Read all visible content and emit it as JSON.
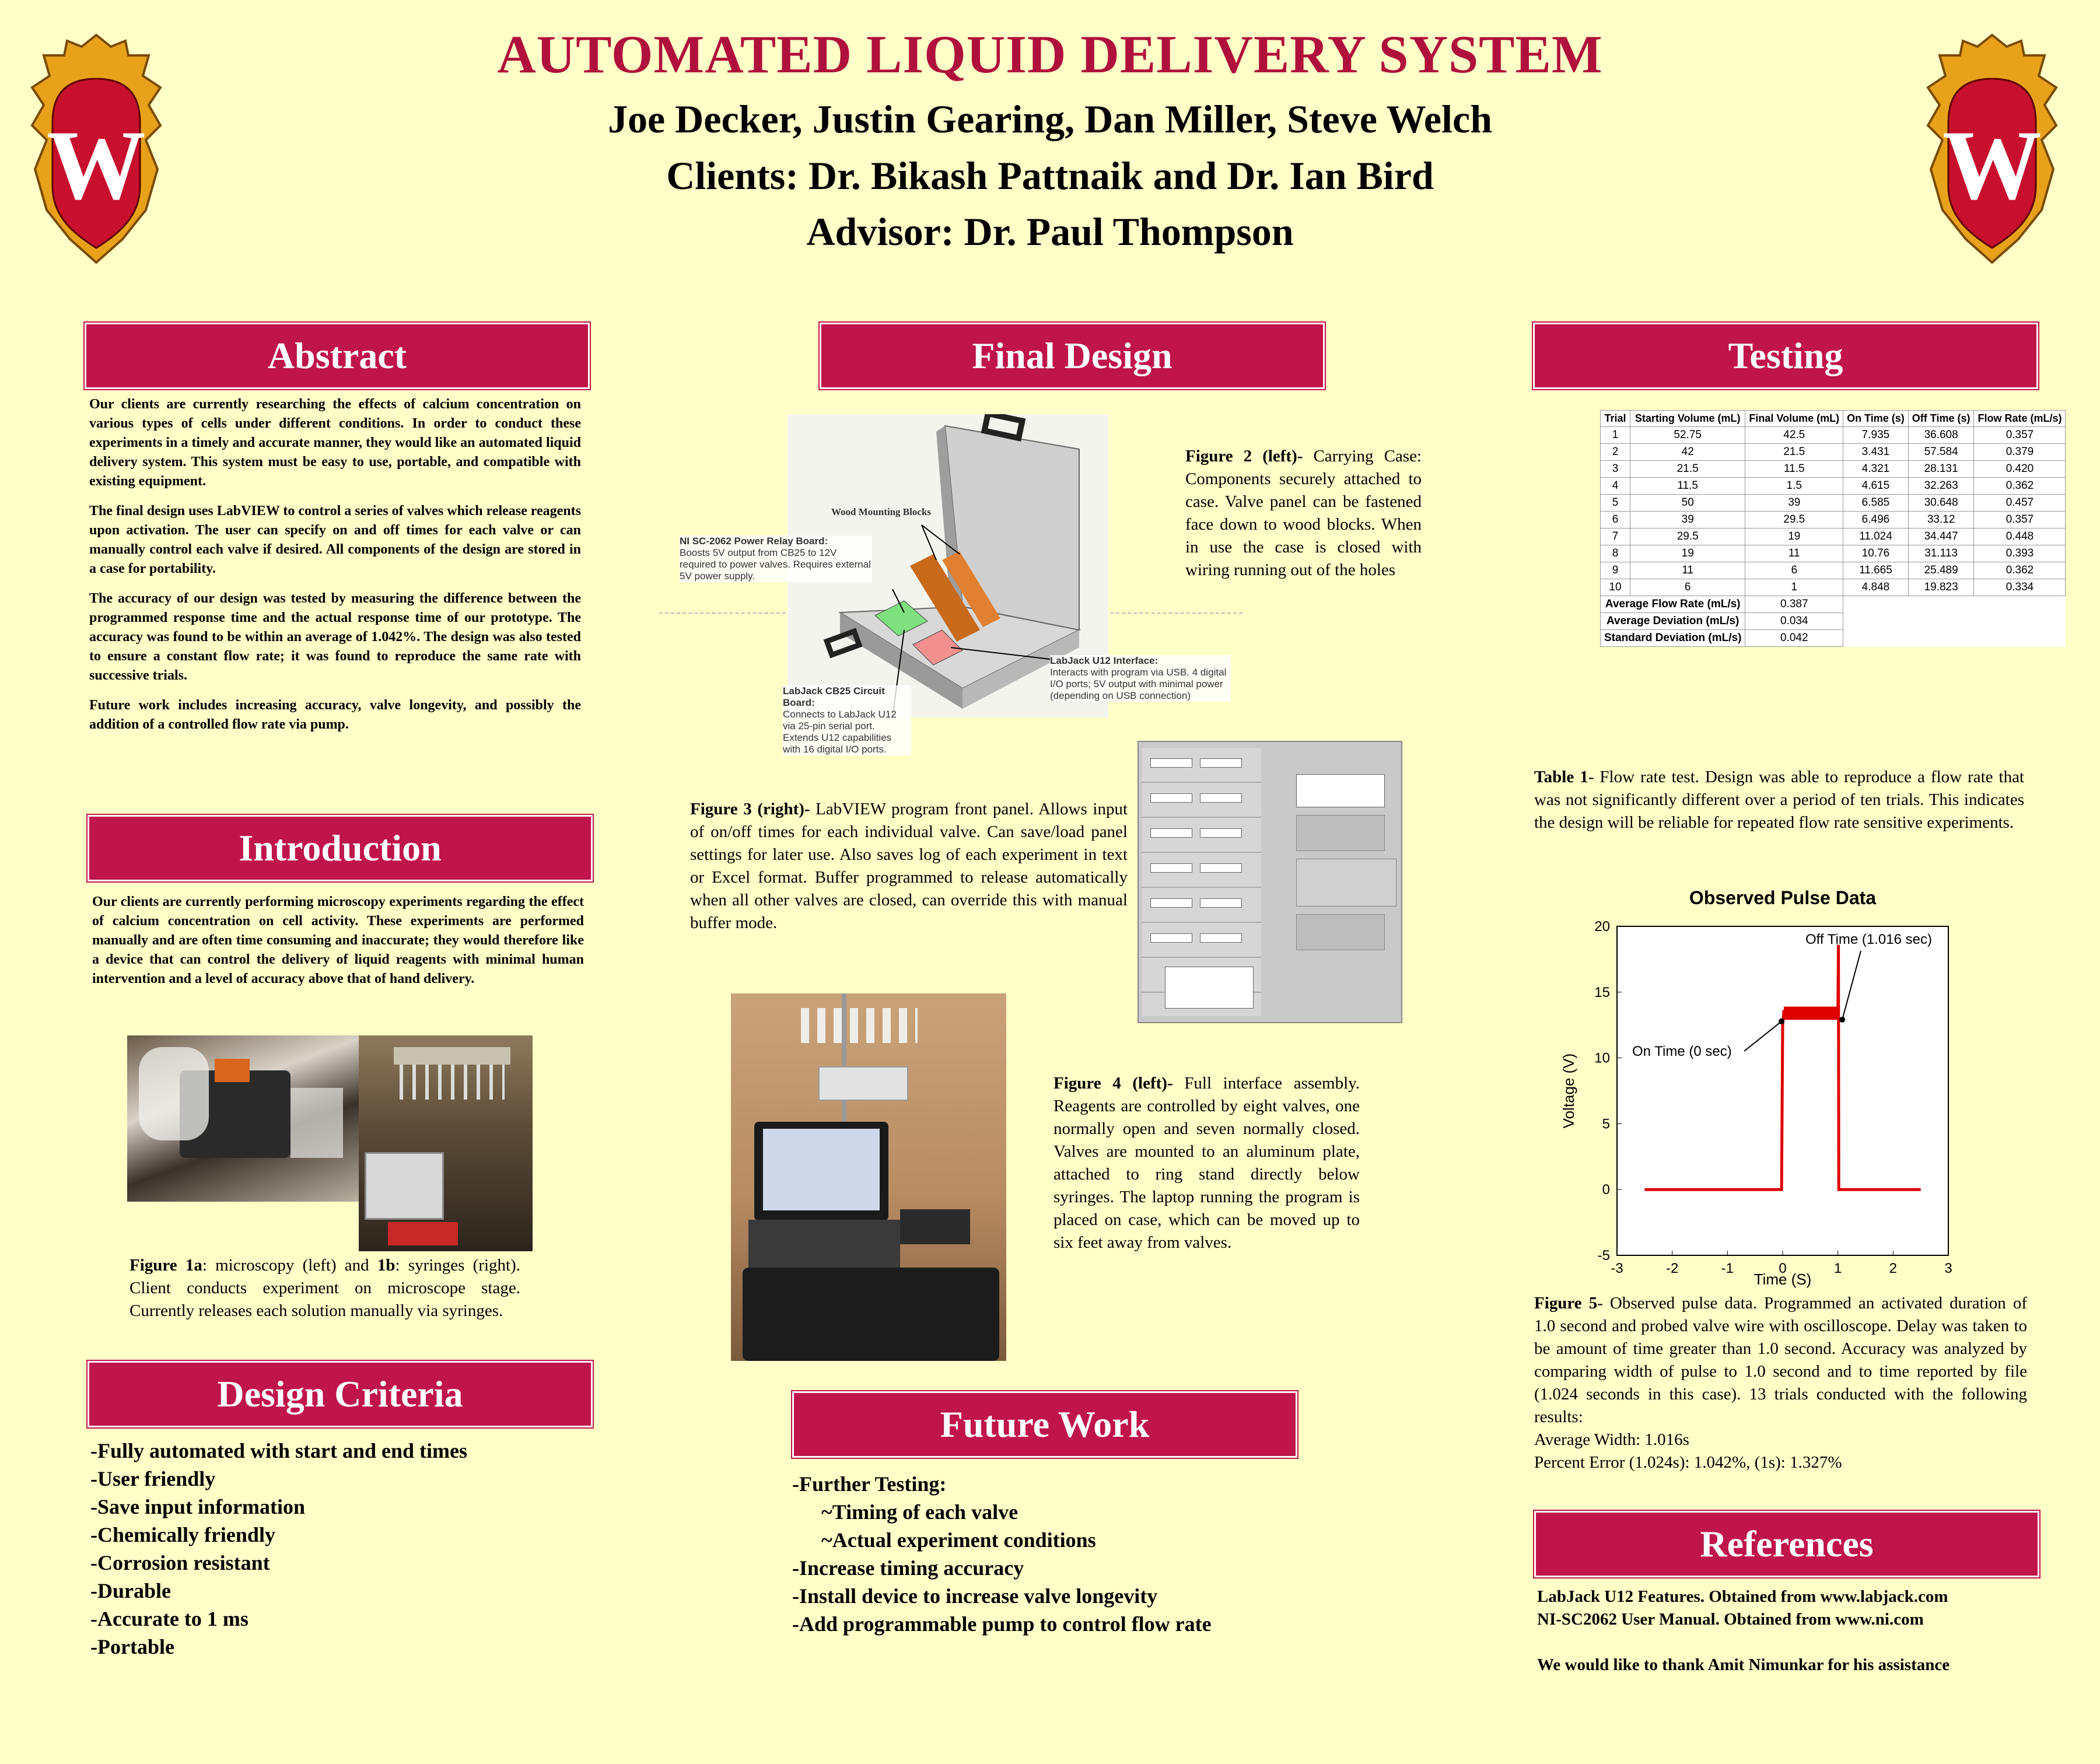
{
  "header": {
    "title": "AUTOMATED LIQUID DELIVERY SYSTEM",
    "authors": "Joe Decker, Justin Gearing, Dan Miller, Steve Welch",
    "clients": "Clients: Dr. Bikash Pattnaik and Dr. Ian Bird",
    "advisor": "Advisor: Dr. Paul Thompson",
    "crest_letter": "W"
  },
  "abstract": {
    "heading": "Abstract",
    "paragraphs": [
      "Our clients are currently researching the effects of calcium concentration on various types of cells under different conditions. In order to conduct these experiments in a timely and accurate manner, they would like an automated liquid delivery system. This system must be easy to use, portable, and compatible with existing equipment.",
      "The final design uses LabVIEW to control a series of valves which release reagents upon activation. The user can specify on and off times for each valve or can manually control each valve if desired. All components of the design are stored in a case for portability.",
      "The accuracy of our design was tested by measuring the difference between the programmed response time and the actual response time of our prototype. The accuracy was found to be within an average of 1.042%. The design was also tested to ensure a constant flow rate; it was found to reproduce the same rate with successive trials.",
      "Future work includes increasing accuracy, valve longevity, and possibly the addition of a controlled flow rate via pump."
    ]
  },
  "introduction": {
    "heading": "Introduction",
    "text": "Our clients are currently performing microscopy experiments regarding the effect of calcium concentration on cell activity. These experiments are performed manually and are often time consuming and inaccurate; they would therefore like a device that can control the delivery of liquid reagents with minimal human intervention and a level of accuracy above that of hand delivery.",
    "fig1_caption_a": "Figure 1a",
    "fig1_caption_b": ": microscopy (left) and ",
    "fig1_caption_c": "1b",
    "fig1_caption_d": ": syringes (right). Client conducts experiment on microscope stage. Currently releases each solution manually via syringes."
  },
  "design_criteria": {
    "heading": "Design Criteria",
    "items": [
      "-Fully automated with start and end times",
      "-User friendly",
      "-Save input information",
      "-Chemically friendly",
      "-Corrosion resistant",
      "-Durable",
      "-Accurate to 1 ms",
      "-Portable"
    ]
  },
  "final_design": {
    "heading": "Final Design",
    "fig2_label": "Figure 2 (left)-",
    "fig2_text": " Carrying Case: Components securely attached to case. Valve panel can be fastened face down to wood blocks. When in use the case is closed with wiring running out of the holes",
    "fig2_callouts": {
      "wood": "Wood Mounting Blocks",
      "ni_title": "NI SC-2062 Power Relay Board:",
      "ni_text": "Boosts 5V output from CB25 to 12V required to power valves. Requires external 5V power supply.",
      "cb25_title": "LabJack CB25 Circuit Board:",
      "cb25_text": "Connects to LabJack U12 via 25-pin serial port. Extends U12 capabilities with 16 digital I/O ports.",
      "u12_title": "LabJack U12 Interface:",
      "u12_text": "Interacts with program via USB. 4 digital I/O ports; 5V output with minimal power (depending on USB connection)"
    },
    "fig3_label": "Figure 3 (right)-",
    "fig3_text": " LabVIEW program front panel. Allows input of on/off times for each individual valve. Can save/load panel settings for later use. Also saves log of each experiment in text or Excel format. Buffer programmed to release automatically when all other valves are closed, can override this with manual buffer mode.",
    "fig4_label": "Figure 4 (left)-",
    "fig4_text": " Full interface assembly. Reagents are controlled by eight valves, one normally open and seven normally closed. Valves are mounted to an aluminum plate, attached to ring stand directly below syringes. The laptop running the program is placed on case, which can be moved up to six feet away from valves."
  },
  "future_work": {
    "heading": "Future Work",
    "items": [
      "-Further Testing:",
      "~Timing of each valve",
      "~Actual experiment conditions",
      "-Increase timing accuracy",
      "-Install device to increase valve longevity",
      "-Add programmable pump to control flow rate"
    ]
  },
  "testing": {
    "heading": "Testing",
    "table_headers": [
      "Trial",
      "Starting Volume (mL)",
      "Final Volume (mL)",
      "On Time (s)",
      "Off Time (s)",
      "Flow Rate (mL/s)"
    ],
    "table_rows": [
      [
        "1",
        "52.75",
        "42.5",
        "7.935",
        "36.608",
        "0.357"
      ],
      [
        "2",
        "42",
        "21.5",
        "3.431",
        "57.584",
        "0.379"
      ],
      [
        "3",
        "21.5",
        "11.5",
        "4.321",
        "28.131",
        "0.420"
      ],
      [
        "4",
        "11.5",
        "1.5",
        "4.615",
        "32.263",
        "0.362"
      ],
      [
        "5",
        "50",
        "39",
        "6.585",
        "30.648",
        "0.457"
      ],
      [
        "6",
        "39",
        "29.5",
        "6.496",
        "33.12",
        "0.357"
      ],
      [
        "7",
        "29.5",
        "19",
        "11.024",
        "34.447",
        "0.448"
      ],
      [
        "8",
        "19",
        "11",
        "10.76",
        "31.113",
        "0.393"
      ],
      [
        "9",
        "11",
        "6",
        "11.665",
        "25.489",
        "0.362"
      ],
      [
        "10",
        "6",
        "1",
        "4.848",
        "19.823",
        "0.334"
      ]
    ],
    "summary_rows": [
      [
        "Average Flow Rate (mL/s)",
        "0.387"
      ],
      [
        "Average Deviation (mL/s)",
        "0.034"
      ],
      [
        "Standard Deviation (mL/s)",
        "0.042"
      ]
    ],
    "table1_label": "Table 1",
    "table1_text": "- Flow rate test. Design was able to reproduce a flow rate that was not significantly different over a period of ten trials. This indicates the design will be reliable for repeated flow rate sensitive experiments.",
    "fig5_label": "Figure 5",
    "fig5_text": "- Observed pulse data. Programmed an activated duration of 1.0 second and probed valve wire with oscilloscope. Delay was taken to be amount of time greater than 1.0 second. Accuracy was analyzed by comparing width of pulse to 1.0 second and to time reported by file (1.024 seconds in this case). 13 trials conducted with the following results:",
    "fig5_line1": "Average Width: 1.016s",
    "fig5_line2": "Percent Error (1.024s): 1.042%, (1s): 1.327%"
  },
  "references": {
    "heading": "References",
    "lines": [
      "LabJack U12 Features. Obtained from www.labjack.com",
      "NI-SC2062 User Manual. Obtained from www.ni.com"
    ],
    "thanks": "We would like to thank Amit Nimunkar for his assistance"
  },
  "chart_data": {
    "type": "line",
    "title": "Observed Pulse Data",
    "xlabel": "Time (S)",
    "ylabel": "Voltage (V)",
    "xlim": [
      -3,
      3
    ],
    "ylim": [
      -5,
      20
    ],
    "xticks": [
      "-3",
      "-2",
      "-1",
      "0",
      "1",
      "2",
      "3"
    ],
    "yticks": [
      "-5",
      "0",
      "5",
      "10",
      "15",
      "20"
    ],
    "series": [
      {
        "x": [
          -2.5,
          -0.02,
          0,
          0.02,
          0.2,
          0.5,
          0.8,
          1.0,
          1.01,
          1.016,
          1.03,
          2.5
        ],
        "y": [
          0,
          0,
          12.5,
          13.5,
          13.2,
          13.5,
          13.2,
          13.4,
          18.6,
          0,
          0,
          0
        ]
      }
    ],
    "annotations": [
      {
        "text": "On Time (0 sec)",
        "x": 0,
        "y": 13
      },
      {
        "text": "Off Time (1.016 sec)",
        "x": 1.016,
        "y": 13
      }
    ],
    "colors": {
      "line": "#E00000"
    }
  }
}
